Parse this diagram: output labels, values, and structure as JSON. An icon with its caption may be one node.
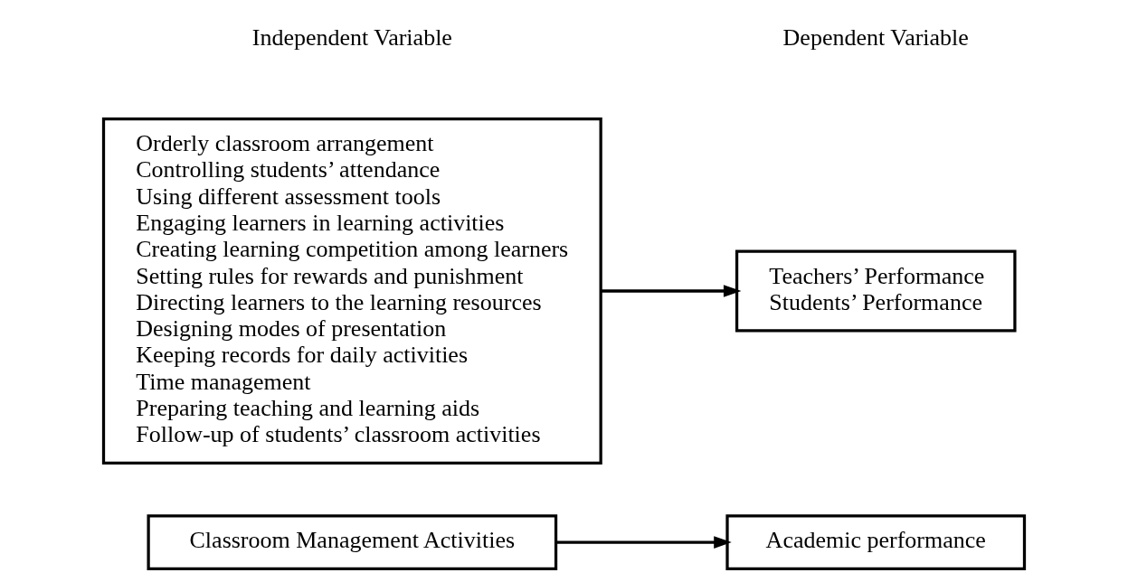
{
  "diagram": {
    "nodes": [
      {
        "text": [
          "Classroom Management Activities"
        ]
      },
      {
        "text": [
          "Academic performance"
        ]
      },
      {
        "text": [
          "Orderly classroom arrangement",
          "Controlling students’ attendance",
          "Using different assessment tools",
          "Engaging learners in learning activities",
          "Creating learning competition among learners",
          "Setting rules for rewards and punishment",
          "Directing learners to the learning resources",
          "Designing modes of presentation",
          "Keeping records for daily activities",
          "Time management",
          "Preparing teaching and learning aids",
          "Follow-up of students’ classroom activities"
        ]
      },
      {
        "text": [
          "Teachers’ Performance",
          "Students’ Performance"
        ]
      }
    ],
    "edges": [
      {
        "from": 0,
        "to": 1,
        "arrow": "to"
      },
      {
        "from": 2,
        "to": 3,
        "arrow": "to"
      }
    ],
    "labels": [
      "Independent Variable",
      "Dependent Variable"
    ]
  }
}
